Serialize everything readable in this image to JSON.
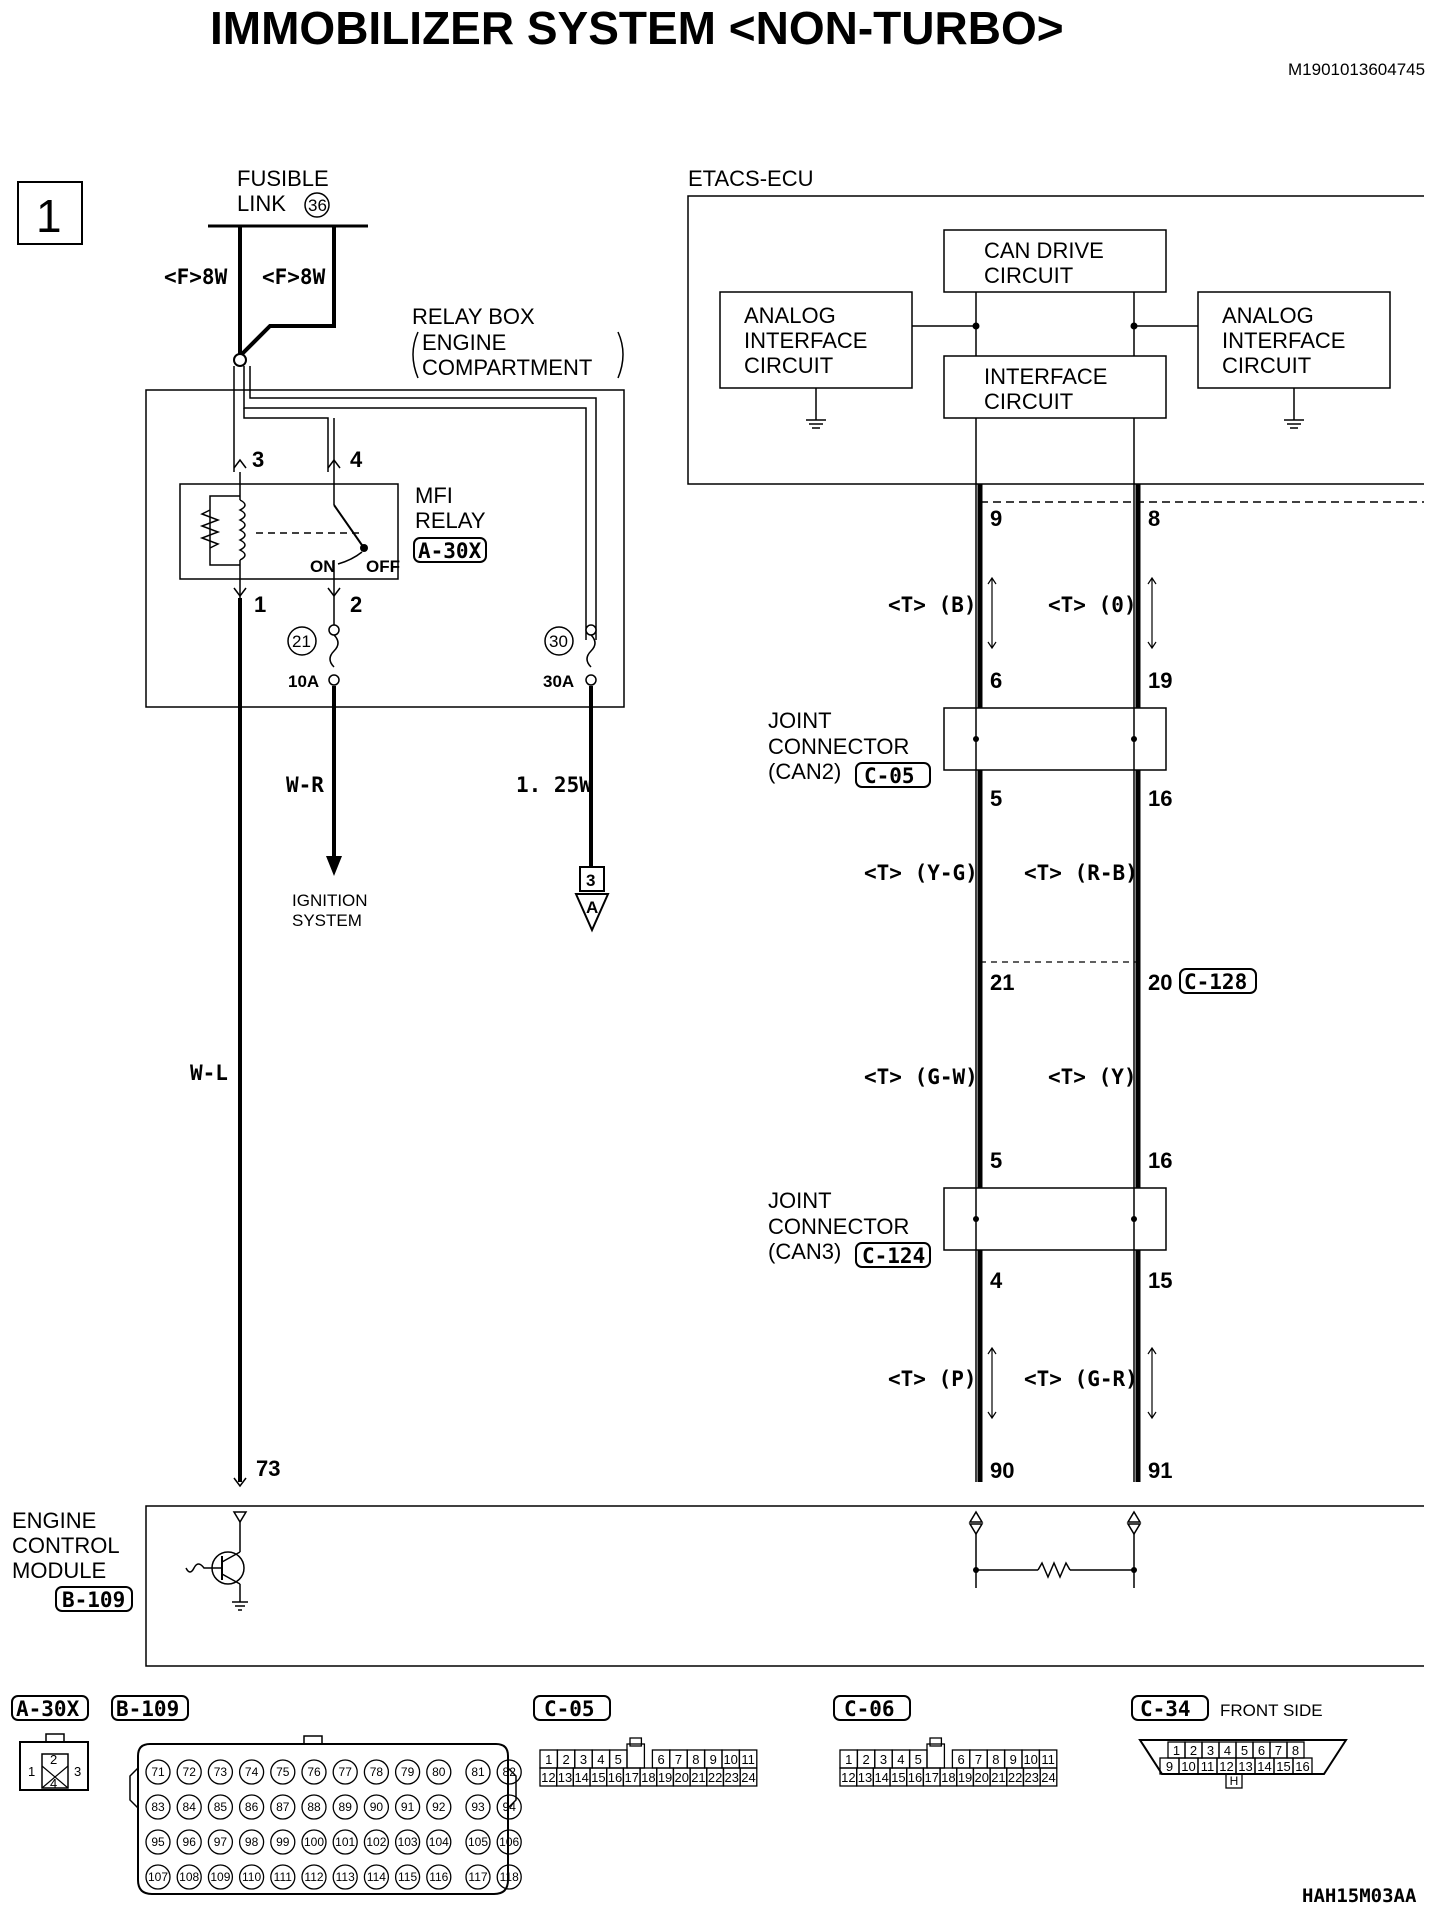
{
  "title": "IMMOBILIZER SYSTEM <NON-TURBO>",
  "doc_id": "M1901013604745",
  "page_marker": "1",
  "footer_code": "HAH15M03AA",
  "fusible_link": {
    "line1": "FUSIBLE",
    "line2": "LINK",
    "number": "36"
  },
  "fuse_wires": [
    "<F>8W",
    "<F>8W"
  ],
  "relay_box": {
    "line1": "RELAY BOX",
    "line2": "ENGINE",
    "line3": "COMPARTMENT"
  },
  "mfi_relay": {
    "line1": "MFI",
    "line2": "RELAY",
    "connector": "A-30X",
    "on": "ON",
    "off": "OFF",
    "pins": [
      "3",
      "4",
      "1",
      "2"
    ]
  },
  "fuses": [
    {
      "number": "21",
      "rating": "10A"
    },
    {
      "number": "30",
      "rating": "30A"
    }
  ],
  "wire_wr": "W-R",
  "wire_125w": "1. 25W",
  "ignition": {
    "line1": "IGNITION",
    "line2": "SYSTEM"
  },
  "offpage": {
    "number": "3",
    "letter": "A"
  },
  "wire_wl": "W-L",
  "etacs": {
    "label": "ETACS-ECU",
    "can_drive": [
      "CAN DRIVE",
      "CIRCUIT"
    ],
    "analog_left": [
      "ANALOG",
      "INTERFACE",
      "CIRCUIT"
    ],
    "interface": [
      "INTERFACE",
      "CIRCUIT"
    ],
    "analog_right": [
      "ANALOG",
      "INTERFACE",
      "CIRCUIT"
    ]
  },
  "can_pins": {
    "etacs_left": "9",
    "etacs_right": "8",
    "jc2_top_left": "6",
    "jc2_top_right": "19",
    "jc2_bot_left": "5",
    "jc2_bot_right": "16",
    "c128_left": "21",
    "c128_right": "20",
    "jc3_top_left": "5",
    "jc3_top_right": "16",
    "jc3_bot_left": "4",
    "jc3_bot_right": "15",
    "ecm_left": "90",
    "ecm_right": "91",
    "ecm_73": "73"
  },
  "can_wires": {
    "seg1_left": "<T> (B)",
    "seg1_right": "<T> (0)",
    "seg2_left": "<T> (Y-G)",
    "seg2_right": "<T> (R-B)",
    "seg3_left": "<T> (G-W)",
    "seg3_right": "<T> (Y)",
    "seg4_left": "<T> (P)",
    "seg4_right": "<T> (G-R)"
  },
  "joint_can2": {
    "line1": "JOINT",
    "line2": "CONNECTOR",
    "line3": "(CAN2)",
    "connector": "C-05"
  },
  "joint_can3": {
    "line1": "JOINT",
    "line2": "CONNECTOR",
    "line3": "(CAN3)",
    "connector": "C-124"
  },
  "c128": "C-128",
  "ecm": {
    "line1": "ENGINE",
    "line2": "CONTROL",
    "line3": "MODULE",
    "connector": "B-109"
  },
  "connectors": {
    "a30x": {
      "label": "A-30X",
      "pins": [
        "1",
        "2",
        "3",
        "4"
      ]
    },
    "b109": {
      "label": "B-109",
      "rows": [
        [
          "71",
          "72",
          "73",
          "74",
          "75",
          "76",
          "77",
          "78",
          "79",
          "80",
          "81",
          "82"
        ],
        [
          "83",
          "84",
          "85",
          "86",
          "87",
          "88",
          "89",
          "90",
          "91",
          "92",
          "93",
          "94"
        ],
        [
          "95",
          "96",
          "97",
          "98",
          "99",
          "100",
          "101",
          "102",
          "103",
          "104",
          "105",
          "106"
        ],
        [
          "107",
          "108",
          "109",
          "110",
          "111",
          "112",
          "113",
          "114",
          "115",
          "116",
          "117",
          "118"
        ]
      ]
    },
    "c05": {
      "label": "C-05",
      "row1": [
        "1",
        "2",
        "3",
        "4",
        "5",
        "",
        "6",
        "7",
        "8",
        "9",
        "10",
        "11"
      ],
      "row2": [
        "12",
        "13",
        "14",
        "15",
        "16",
        "17",
        "18",
        "19",
        "20",
        "21",
        "22",
        "23",
        "24"
      ]
    },
    "c06": {
      "label": "C-06",
      "row1": [
        "1",
        "2",
        "3",
        "4",
        "5",
        "",
        "6",
        "7",
        "8",
        "9",
        "10",
        "11"
      ],
      "row2": [
        "12",
        "13",
        "14",
        "15",
        "16",
        "17",
        "18",
        "19",
        "20",
        "21",
        "22",
        "23",
        "24"
      ]
    },
    "c34": {
      "label": "C-34",
      "note": "FRONT SIDE",
      "row1": [
        "1",
        "2",
        "3",
        "4",
        "5",
        "6",
        "7",
        "8"
      ],
      "row2": [
        "9",
        "10",
        "11",
        "12",
        "13",
        "14",
        "15",
        "16"
      ],
      "key": "H"
    }
  }
}
